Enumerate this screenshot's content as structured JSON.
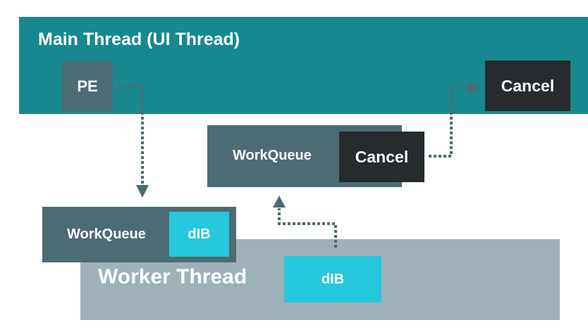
{
  "main_thread": {
    "title": "Main Thread (UI Thread)",
    "pe_label": "PE",
    "cancel_label": "Cancel"
  },
  "main_workqueue": {
    "label": "WorkQueue",
    "cancel_label": "Cancel"
  },
  "worker_workqueue": {
    "label": "WorkQueue",
    "dib_label": "dIB"
  },
  "worker_thread": {
    "title": "Worker Thread",
    "dib_label": "dIB"
  },
  "colors": {
    "main_thread": "#17888f",
    "worker_thread": "#9eb1b8",
    "queue": "#4d6b72",
    "cancel": "#262b2d",
    "dib": "#25c8dc",
    "arrow": "#4d6b72"
  }
}
